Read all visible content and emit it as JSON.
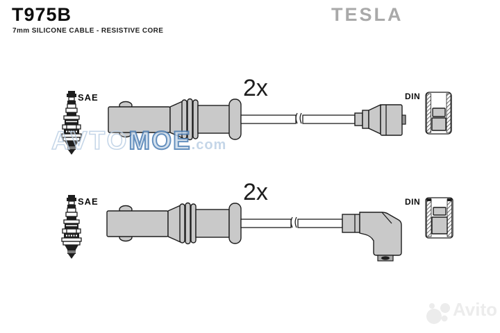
{
  "header": {
    "part_number": "T975B",
    "description": "7mm SILICONE CABLE - RESISTIVE CORE",
    "brand": "TESLA"
  },
  "diagram": {
    "rows": [
      {
        "plug_standard": "SAE",
        "quantity": "2x",
        "terminal_standard": "DIN"
      },
      {
        "plug_standard": "SAE",
        "quantity": "2x",
        "terminal_standard": "DIN"
      }
    ]
  },
  "watermarks": {
    "avtomoe": {
      "outline_text": "AVTO",
      "solid_text": "MOE",
      "suffix": ".com"
    },
    "avito": {
      "label": "Avito"
    }
  },
  "colors": {
    "part_fill": "#c9c9c9",
    "line": "#1c1c1c",
    "brand_gray": "#a9a9a9",
    "watermark_blue": "#4b7db3",
    "watermark_light_blue": "#bcd0e4",
    "watermark_faint": "#ececec"
  }
}
